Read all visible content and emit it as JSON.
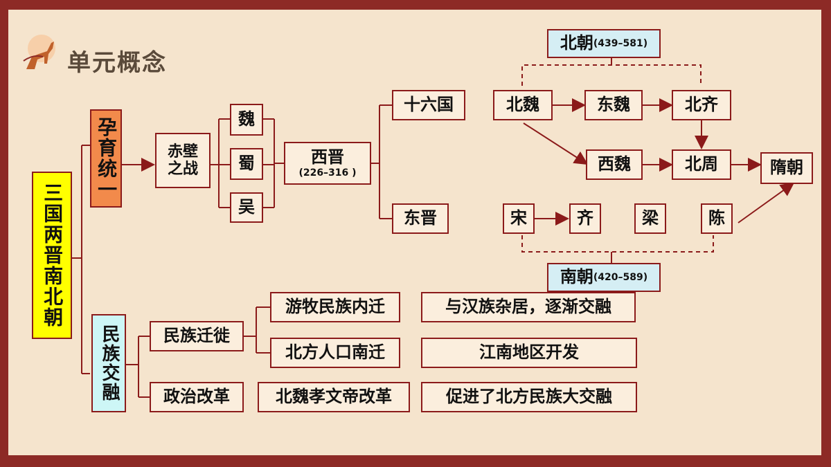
{
  "title": "单元概念",
  "root": "三国两晋南北朝",
  "branch1": "孕育统一",
  "branch2": "民族交融",
  "chibi": "赤壁之战",
  "kingdoms": [
    "魏",
    "蜀",
    "吴"
  ],
  "xijin": {
    "name": "西晋",
    "years": "(226–316 )"
  },
  "shiliuguo": "十六国",
  "dongjin": "东晋",
  "beichao": {
    "name": "北朝",
    "years": "(439–581)"
  },
  "nanchao": {
    "name": "南朝",
    "years": "(420–589)"
  },
  "north": {
    "beiwei": "北魏",
    "dongwei": "东魏",
    "beiqi": "北齐",
    "xiwei": "西魏",
    "beizhou": "北周"
  },
  "sui": "隋朝",
  "south": [
    "宋",
    "齐",
    "梁",
    "陈"
  ],
  "migration": "民族迁徙",
  "reform": "政治改革",
  "mig1": "游牧民族内迁",
  "mig2": "北方人口南迁",
  "res1": "与汉族杂居，逐渐交融",
  "res2": "江南地区开发",
  "reform_item": "北魏孝文帝改革",
  "reform_res": "促进了北方民族大交融"
}
